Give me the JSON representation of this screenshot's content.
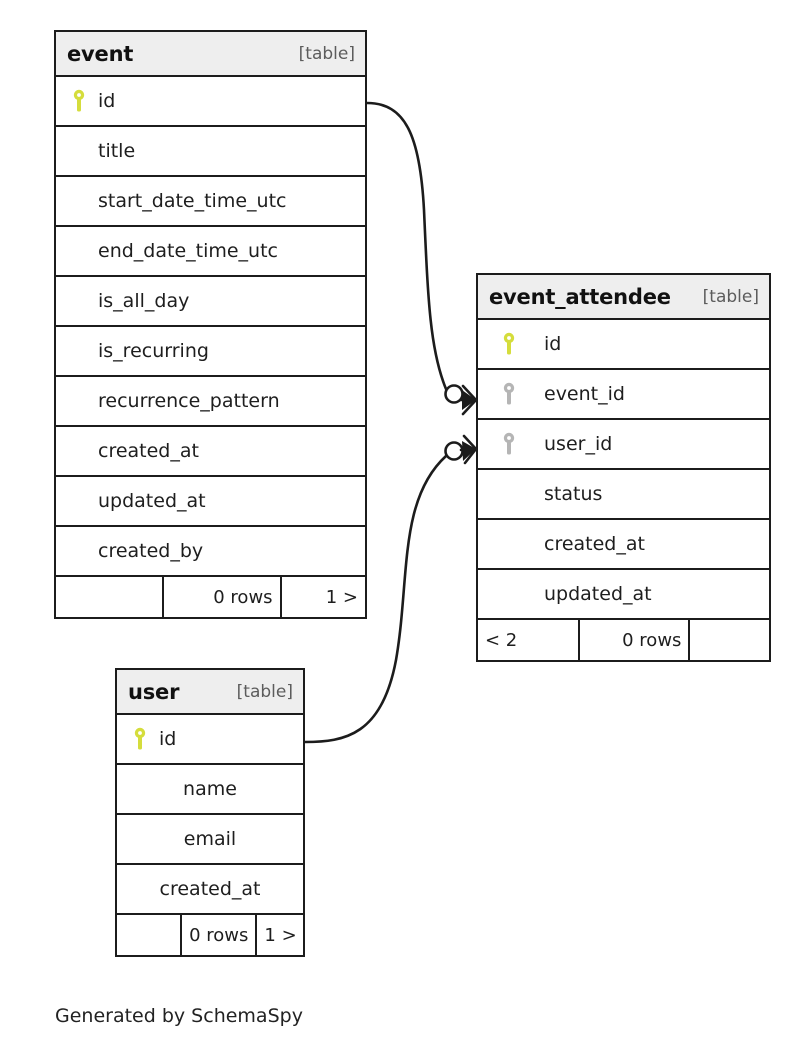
{
  "diagram": {
    "tool": "SchemaSpy",
    "credit": "Generated by SchemaSpy",
    "colors": {
      "primary_key": "#d5dd3c",
      "foreign_key": "#b5b5b5",
      "border": "#1c1c1c",
      "header_bg": "#eeeeee",
      "row_bg": "#ffffff",
      "text": "#1e1e1e",
      "kind_text": "#5c5c5c"
    },
    "tables": [
      {
        "id": "event",
        "name": "event",
        "kind": "[table]",
        "columns": [
          {
            "name": "id",
            "key": "primary"
          },
          {
            "name": "title",
            "key": "none"
          },
          {
            "name": "start_date_time_utc",
            "key": "none"
          },
          {
            "name": "end_date_time_utc",
            "key": "none"
          },
          {
            "name": "is_all_day",
            "key": "none"
          },
          {
            "name": "is_recurring",
            "key": "none"
          },
          {
            "name": "recurrence_pattern",
            "key": "none"
          },
          {
            "name": "created_at",
            "key": "none"
          },
          {
            "name": "updated_at",
            "key": "none"
          },
          {
            "name": "created_by",
            "key": "none"
          }
        ],
        "footer": {
          "incoming": "",
          "rows": "0 rows",
          "outgoing": "1 >"
        }
      },
      {
        "id": "event_attendee",
        "name": "event_attendee",
        "kind": "[table]",
        "columns": [
          {
            "name": "id",
            "key": "primary"
          },
          {
            "name": "event_id",
            "key": "foreign"
          },
          {
            "name": "user_id",
            "key": "foreign"
          },
          {
            "name": "status",
            "key": "none"
          },
          {
            "name": "created_at",
            "key": "none"
          },
          {
            "name": "updated_at",
            "key": "none"
          }
        ],
        "footer": {
          "incoming": "< 2",
          "rows": "0 rows",
          "outgoing": ""
        }
      },
      {
        "id": "user",
        "name": "user",
        "kind": "[table]",
        "columns": [
          {
            "name": "id",
            "key": "primary"
          },
          {
            "name": "name",
            "key": "none"
          },
          {
            "name": "email",
            "key": "none"
          },
          {
            "name": "created_at",
            "key": "none"
          }
        ],
        "footer": {
          "incoming": "",
          "rows": "0 rows",
          "outgoing": "1 >"
        }
      }
    ],
    "relationships": [
      {
        "from_table": "event",
        "from_column": "id",
        "to_table": "event_attendee",
        "to_column": "event_id",
        "from_cardinality": "one",
        "to_cardinality": "zero-or-many"
      },
      {
        "from_table": "user",
        "from_column": "id",
        "to_table": "event_attendee",
        "to_column": "user_id",
        "from_cardinality": "one",
        "to_cardinality": "zero-or-many"
      }
    ]
  }
}
